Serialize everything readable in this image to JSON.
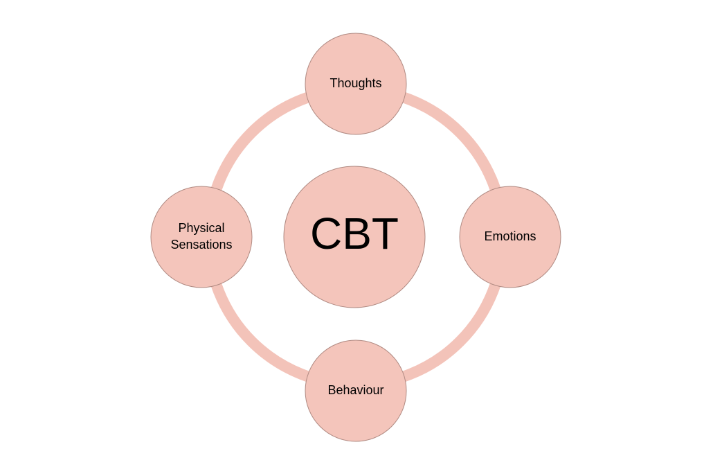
{
  "diagram": {
    "center": {
      "label": "CBT"
    },
    "nodes": [
      {
        "id": "thoughts",
        "label_lines": [
          "Thoughts"
        ]
      },
      {
        "id": "emotions",
        "label_lines": [
          "Emotions"
        ]
      },
      {
        "id": "behaviour",
        "label_lines": [
          "Behaviour"
        ]
      },
      {
        "id": "physical-sensations",
        "label_lines": [
          "Physical",
          "Sensations"
        ]
      }
    ],
    "colors": {
      "ring": "#f3c3b9",
      "node_fill": "#f4c5bb",
      "node_stroke": "#b08a82",
      "text": "#000000"
    }
  }
}
